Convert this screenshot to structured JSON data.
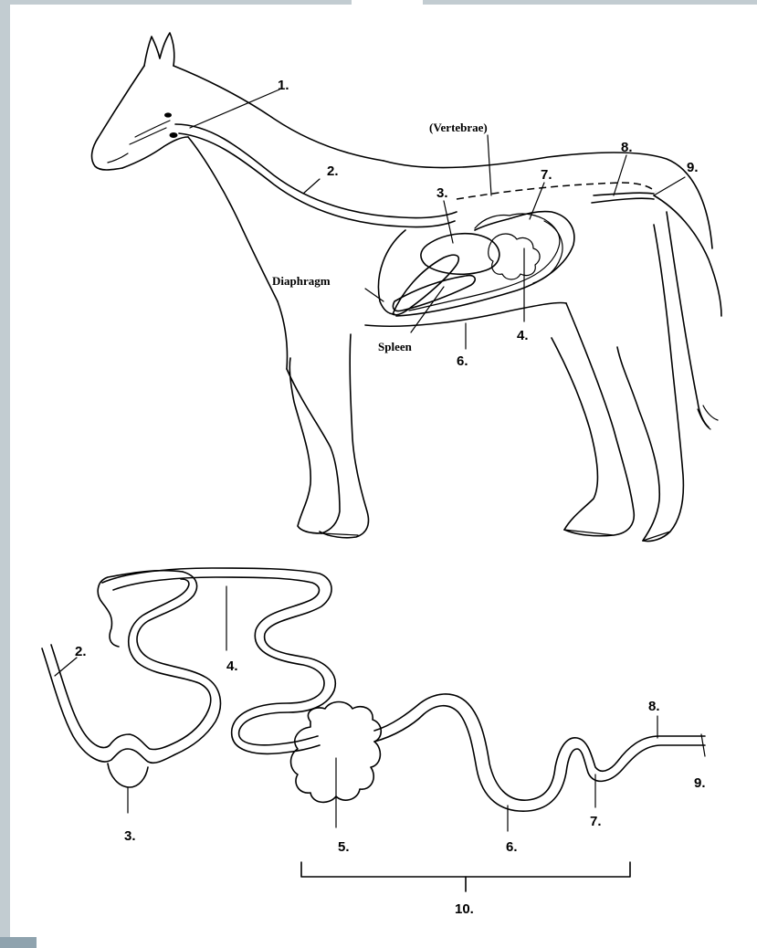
{
  "diagram": {
    "horse_labels": {
      "l1": "1.",
      "l2": "2.",
      "l3": "3.",
      "l4": "4.",
      "l6": "6.",
      "l7": "7.",
      "l8": "8.",
      "l9": "9.",
      "vertebrae": "(Vertebrae)",
      "diaphragm": "Diaphragm",
      "spleen": "Spleen"
    },
    "tract_labels": {
      "l2": "2.",
      "l3": "3.",
      "l4": "4.",
      "l5": "5.",
      "l6": "6.",
      "l7": "7.",
      "l8": "8.",
      "l9": "9.",
      "l10": "10."
    }
  }
}
